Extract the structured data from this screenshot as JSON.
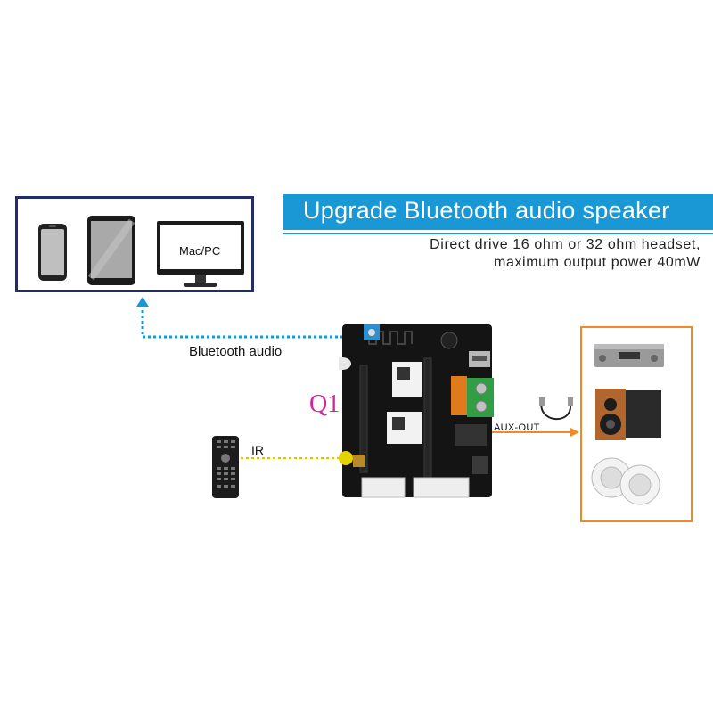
{
  "title": "Upgrade Bluetooth audio speaker",
  "subtitle_line1": "Direct drive 16 ohm or 32 ohm headset,",
  "subtitle_line2": "maximum output power 40mW",
  "devices": {
    "phone_icon": "smartphone-icon",
    "tablet_icon": "tablet-icon",
    "computer_label": "Mac/PC"
  },
  "connections": {
    "bluetooth_label": "Bluetooth audio",
    "ir_label": "IR",
    "aux_label": "AUX-OUT"
  },
  "board_label": "Q1",
  "outputs": [
    "amplifier-icon",
    "bookshelf-speaker-icon",
    "ceiling-speaker-icon"
  ],
  "colors": {
    "banner": "#1a98d6",
    "device_box_border": "#232c6a",
    "output_box_border": "#f08a24",
    "bluetooth_line": "#1a98d6",
    "ir_line": "#e0c300",
    "aux_line": "#f08a24",
    "board_label": "#d6249a"
  }
}
